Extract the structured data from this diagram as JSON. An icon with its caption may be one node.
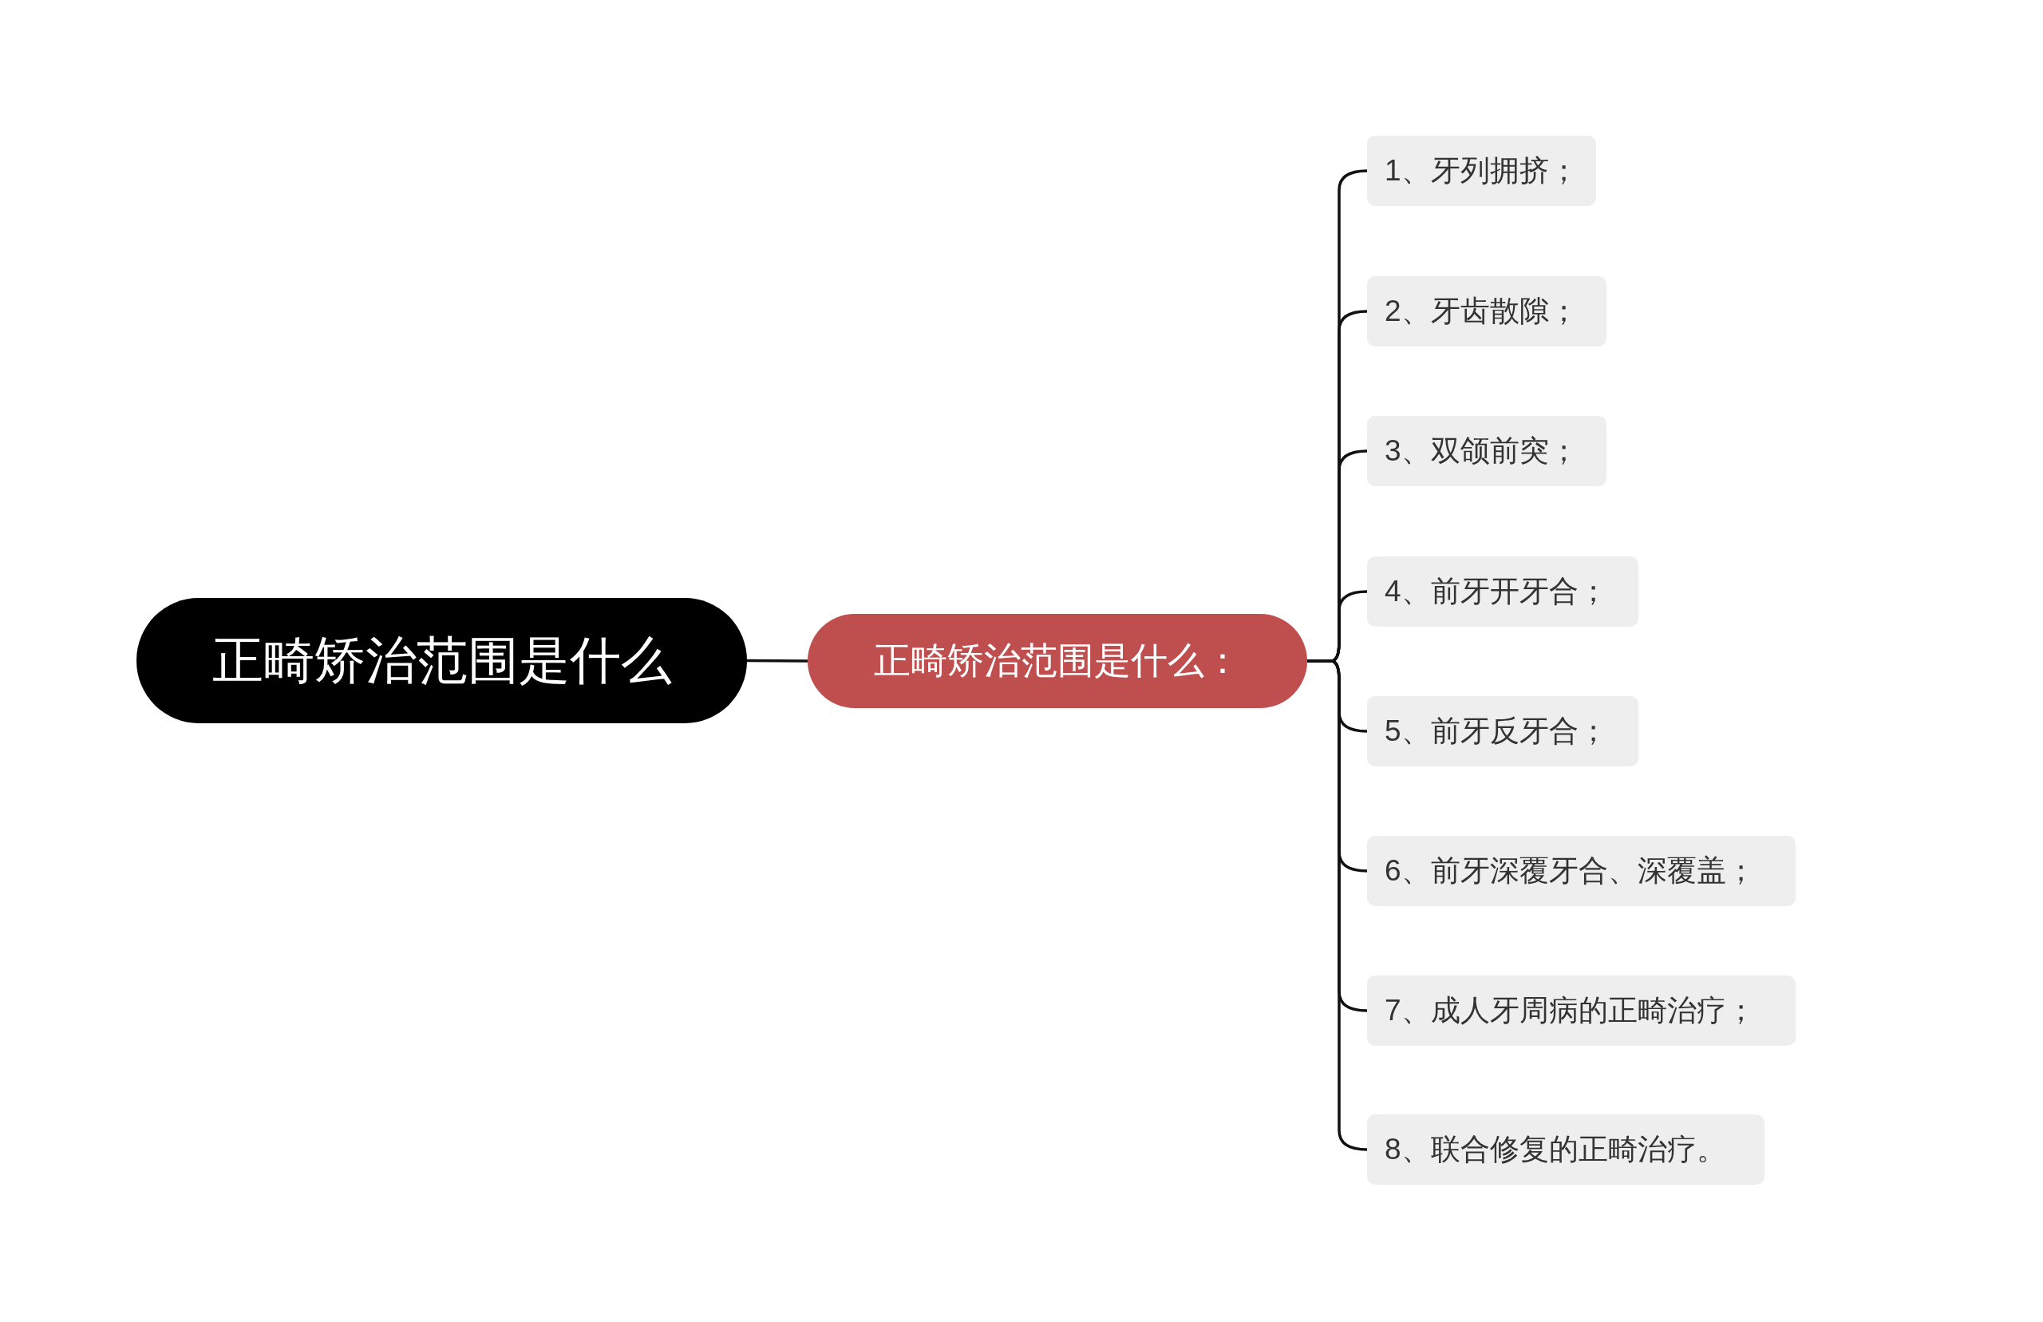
{
  "diagram": {
    "nodes": [
      {
        "text": [
          "正畸矫治范围是什么"
        ]
      },
      {
        "text": [
          "正畸矫治范围是什么："
        ]
      },
      {
        "text": [
          "1、牙列拥挤；"
        ]
      },
      {
        "text": [
          "2、牙齿散隙；"
        ]
      },
      {
        "text": [
          "3、双颌前突；"
        ]
      },
      {
        "text": [
          "4、前牙开牙合；"
        ]
      },
      {
        "text": [
          "5、前牙反牙合；"
        ]
      },
      {
        "text": [
          "6、前牙深覆牙合、深覆盖；"
        ]
      },
      {
        "text": [
          "7、成人牙周病的正畸治疗；"
        ]
      },
      {
        "text": [
          "8、联合修复的正畸治疗。"
        ]
      }
    ],
    "edges": [
      {
        "from": 0,
        "to": 1,
        "arrow": "none"
      },
      {
        "from": 1,
        "to": 2,
        "arrow": "none"
      },
      {
        "from": 1,
        "to": 3,
        "arrow": "none"
      },
      {
        "from": 1,
        "to": 4,
        "arrow": "none"
      },
      {
        "from": 1,
        "to": 5,
        "arrow": "none"
      },
      {
        "from": 1,
        "to": 6,
        "arrow": "none"
      },
      {
        "from": 1,
        "to": 7,
        "arrow": "none"
      },
      {
        "from": 1,
        "to": 8,
        "arrow": "none"
      },
      {
        "from": 1,
        "to": 9,
        "arrow": "none"
      }
    ]
  }
}
